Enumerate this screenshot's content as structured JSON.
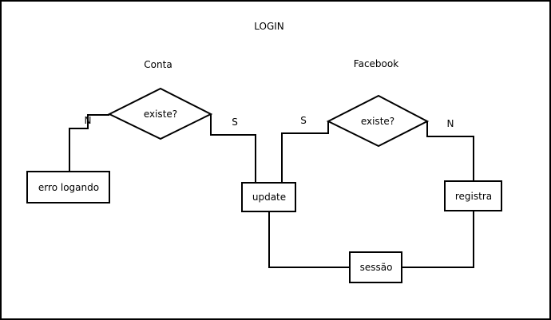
{
  "diagram": {
    "title": "LOGIN",
    "sections": {
      "account": "Conta",
      "facebook": "Facebook"
    },
    "nodes": {
      "account_decision": "existe?",
      "facebook_decision": "existe?",
      "login_error": "erro logando",
      "update": "update",
      "register": "registra",
      "session": "sessão"
    },
    "edge_labels": {
      "account_no": "N",
      "account_yes": "S",
      "facebook_yes": "S",
      "facebook_no": "N"
    },
    "colors": {
      "background": "#ffffff",
      "stroke": "#000000"
    }
  }
}
